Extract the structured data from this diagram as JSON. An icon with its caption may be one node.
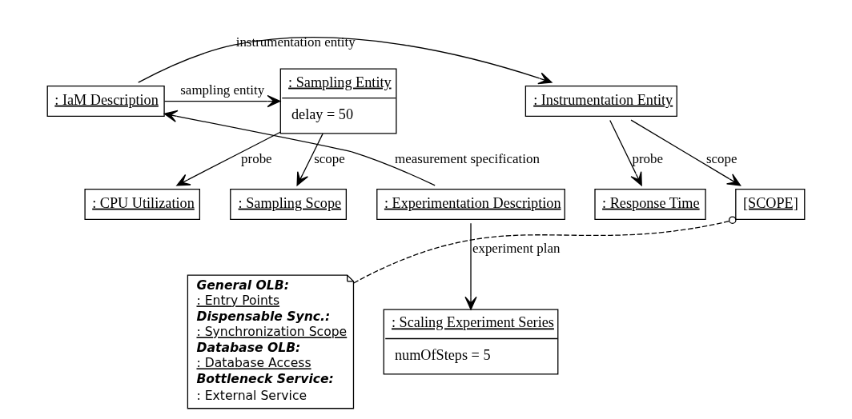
{
  "diagram": {
    "nodes": [
      {
        "text": [
          ": Instrumentation Entity"
        ]
      },
      {
        "text": [
          ": IaM Description"
        ]
      },
      {
        "text": [
          ": Sampling Entity",
          "delay = 50"
        ]
      },
      {
        "text": [
          "[SCOPE]"
        ]
      },
      {
        "text": [
          ": Response Time"
        ]
      },
      {
        "text": [
          ": Experimentation Description"
        ]
      },
      {
        "text": [
          ": Sampling Scope"
        ]
      },
      {
        "text": [
          ": CPU Utilization"
        ]
      },
      {
        "text": [
          ": Scaling Experiment Series",
          "numOfSteps = 5"
        ]
      },
      {
        "text": [
          "General OLB:",
          ": Entry Points",
          "Dispensable Sync.:",
          ": Synchronization Scope",
          "Database OLB:",
          ": Database Access",
          "Bottleneck Service:",
          ": External Service"
        ]
      }
    ],
    "edges": [
      {
        "from": 1,
        "to": 0,
        "arrow": "to",
        "label": "instrumentation entity"
      },
      {
        "from": 1,
        "to": 2,
        "arrow": "to",
        "label": "sampling entity"
      },
      {
        "from": 0,
        "to": 3,
        "arrow": "to",
        "label": "scope"
      },
      {
        "from": 0,
        "to": 4,
        "arrow": "to",
        "label": "probe"
      },
      {
        "from": 5,
        "to": 1,
        "arrow": "to",
        "label": "measurement specification"
      },
      {
        "from": 2,
        "to": 6,
        "arrow": "to",
        "label": "scope"
      },
      {
        "from": 2,
        "to": 7,
        "arrow": "to",
        "label": "probe"
      },
      {
        "from": 5,
        "to": 8,
        "arrow": "to",
        "label": "experiment plan"
      },
      {
        "from": 9,
        "to": 3,
        "arrow": "other",
        "style": "dashed"
      }
    ]
  }
}
